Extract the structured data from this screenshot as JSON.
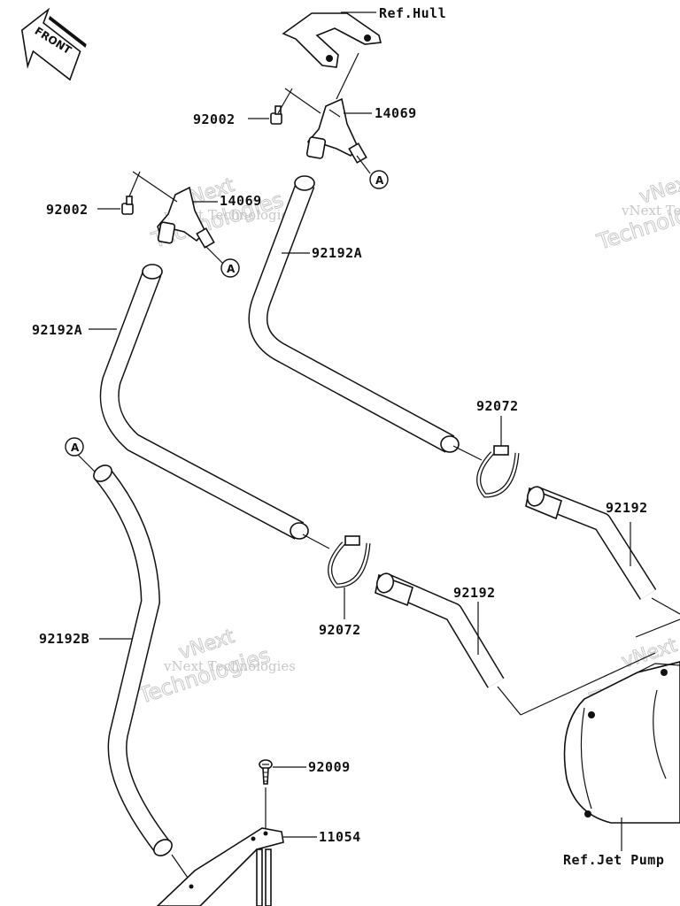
{
  "front_badge": "FRONT",
  "references": {
    "hull": "Ref.Hull",
    "jet_pump": "Ref.Jet Pump"
  },
  "callout_letter": "A",
  "part_labels": {
    "p14069_top": "14069",
    "p14069_mid": "14069",
    "p92002_top": "92002",
    "p92002_mid": "92002",
    "p92192A_right": "92192A",
    "p92192A_left": "92192A",
    "p92192B": "92192B",
    "p92072_right": "92072",
    "p92072_left": "92072",
    "p92192_right": "92192",
    "p92192_left": "92192",
    "p92009": "92009",
    "p11054": "11054"
  },
  "watermark": {
    "line1": "vNext",
    "line2": "vNext Technologies",
    "line3": "Technologies"
  },
  "colors": {
    "ink": "#111111",
    "watermark": "#c8c8c8",
    "background": "#ffffff"
  }
}
